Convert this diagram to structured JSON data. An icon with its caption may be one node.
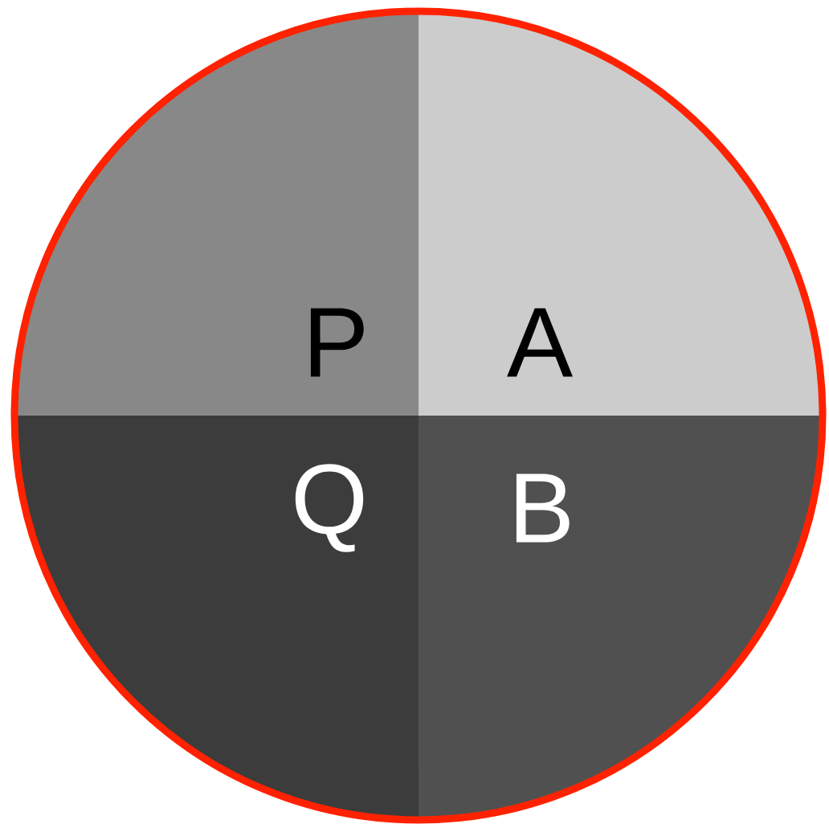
{
  "diagram": {
    "nodes": [
      {
        "text": [
          "P"
        ]
      },
      {
        "text": [
          "A"
        ]
      },
      {
        "text": [
          "Q"
        ]
      },
      {
        "text": [
          "B"
        ]
      }
    ]
  }
}
